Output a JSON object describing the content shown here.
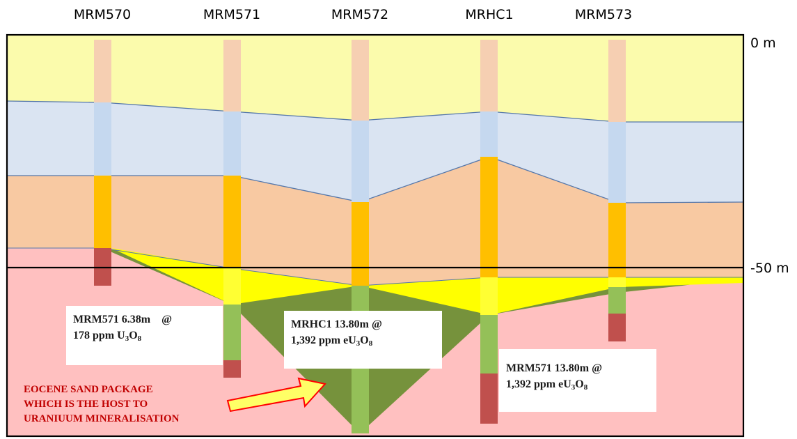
{
  "holes": [
    {
      "id": "MRM570",
      "label": "MRM570"
    },
    {
      "id": "MRM571",
      "label": "MRM571"
    },
    {
      "id": "MRM572",
      "label": "MRM572"
    },
    {
      "id": "MRHC1",
      "label": "MRHC1"
    },
    {
      "id": "MRM573",
      "label": "MRM573"
    }
  ],
  "depth_labels": {
    "top": "0 m",
    "datum": "-50 m"
  },
  "callouts": [
    {
      "hole": "MRM571",
      "interval": "6.38m",
      "at": "@",
      "grade": "178 ppm",
      "analyte": "U",
      "sub1": "3",
      "o": "O",
      "sub2": "8"
    },
    {
      "hole": "MRHC1",
      "interval": "13.80m",
      "at": "@",
      "grade": "1,392 ppm",
      "analyte": "eU",
      "sub1": "3",
      "o": "O",
      "sub2": "8"
    },
    {
      "hole": "MRM571",
      "interval": "13.80m",
      "at": "@",
      "grade": "1,392 ppm",
      "analyte": "eU",
      "sub1": "3",
      "o": "O",
      "sub2": "8"
    }
  ],
  "host_note": {
    "line1": "EOCENE SAND PACKAGE",
    "line2": "WHICH IS THE HOST TO",
    "line3": "URANIUUM MINERALISATION"
  },
  "colors": {
    "layer_top": "#fbfbac",
    "layer_blue": "#dae4f2",
    "layer_orange": "#f8c9a2",
    "basement": "#ffc0c0",
    "sand_green": "#76923c",
    "sand_yellow": "#ffff00",
    "hole_top": "#f6cfb2",
    "hole_blue": "#c5d8ef",
    "hole_orange": "#ffbf00",
    "hole_red": "#c0504d",
    "hole_green": "#94c058",
    "contact_line": "#5577aa",
    "arrow_fill": "#ffff66",
    "arrow_edge": "#ff0000",
    "note_text": "#c00000"
  }
}
